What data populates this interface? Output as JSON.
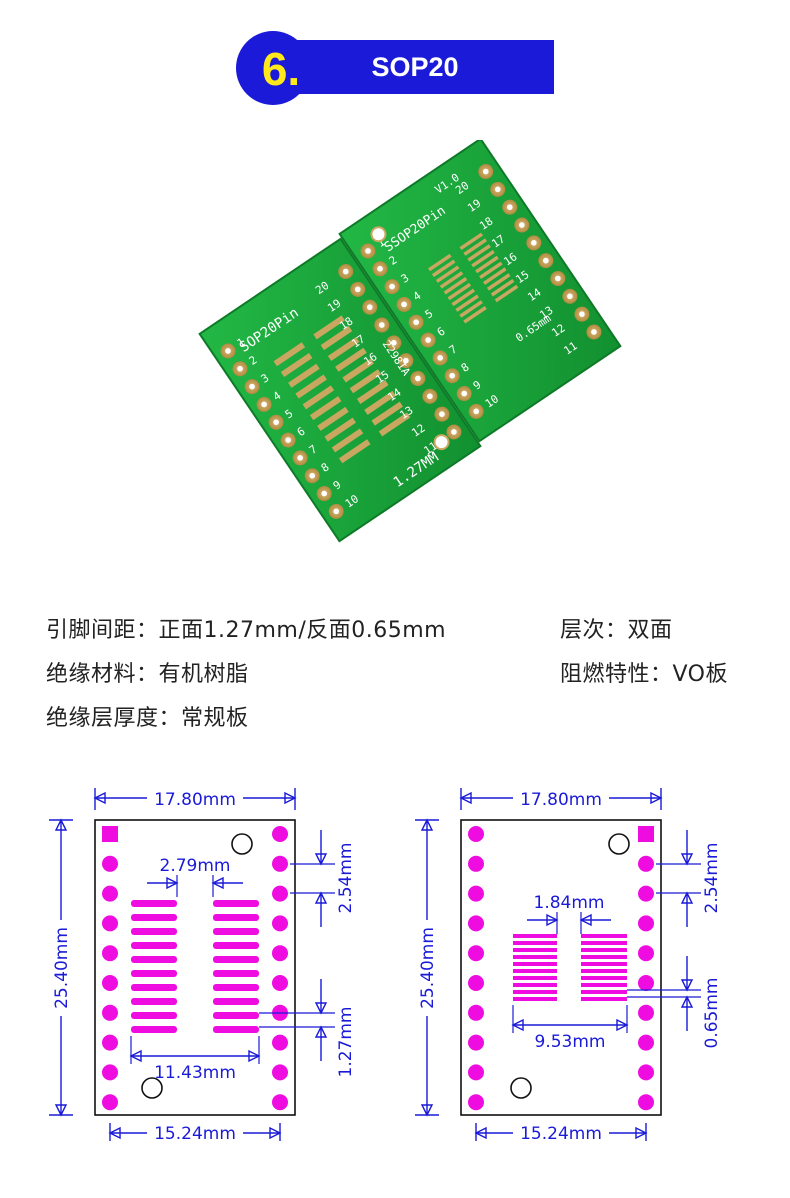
{
  "header": {
    "number": "6.",
    "title": "SOP20"
  },
  "pcb_photo": {
    "left_board": {
      "name": "SOP20Pin",
      "pitch": "1.27MM",
      "code": "2298IA",
      "pins_left": [
        "1",
        "2",
        "3",
        "4",
        "5",
        "6",
        "7",
        "8",
        "9",
        "10"
      ],
      "pins_right": [
        "20",
        "19",
        "18",
        "17",
        "16",
        "15",
        "14",
        "13",
        "12",
        "11"
      ]
    },
    "right_board": {
      "name": "SSOP20Pin",
      "version": "V1.0",
      "pitch": "0.65mm",
      "pins_left": [
        "1",
        "2",
        "3",
        "4",
        "5",
        "6",
        "7",
        "8",
        "9",
        "10"
      ],
      "pins_right": [
        "20",
        "19",
        "18",
        "17",
        "16",
        "15",
        "14",
        "13",
        "12",
        "11"
      ]
    }
  },
  "specs": {
    "pin_pitch": "引脚间距：正面1.27mm/反面0.65mm",
    "layers": "层次：双面",
    "material": "绝缘材料：有机树脂",
    "flame": "阻燃特性：VO板",
    "thickness": "绝缘层厚度：常规板"
  },
  "drawing_left": {
    "width": "17.80mm",
    "height": "25.40mm",
    "pad_gap": "2.79mm",
    "pin_spacing": "2.54mm",
    "pad_pitch": "1.27mm",
    "pad_span": "11.43mm",
    "row_span": "15.24mm"
  },
  "drawing_right": {
    "width": "17.80mm",
    "height": "25.40mm",
    "pad_gap": "1.84mm",
    "pin_spacing": "2.54mm",
    "pad_pitch": "0.65mm",
    "pad_span": "9.53mm",
    "row_span": "15.24mm"
  },
  "colors": {
    "badge": "#1a1ad8",
    "badge_number": "#ffe91a",
    "dimension": "#1a1ad8",
    "pad": "#ee0ce0",
    "pcb": "#18a83a"
  }
}
